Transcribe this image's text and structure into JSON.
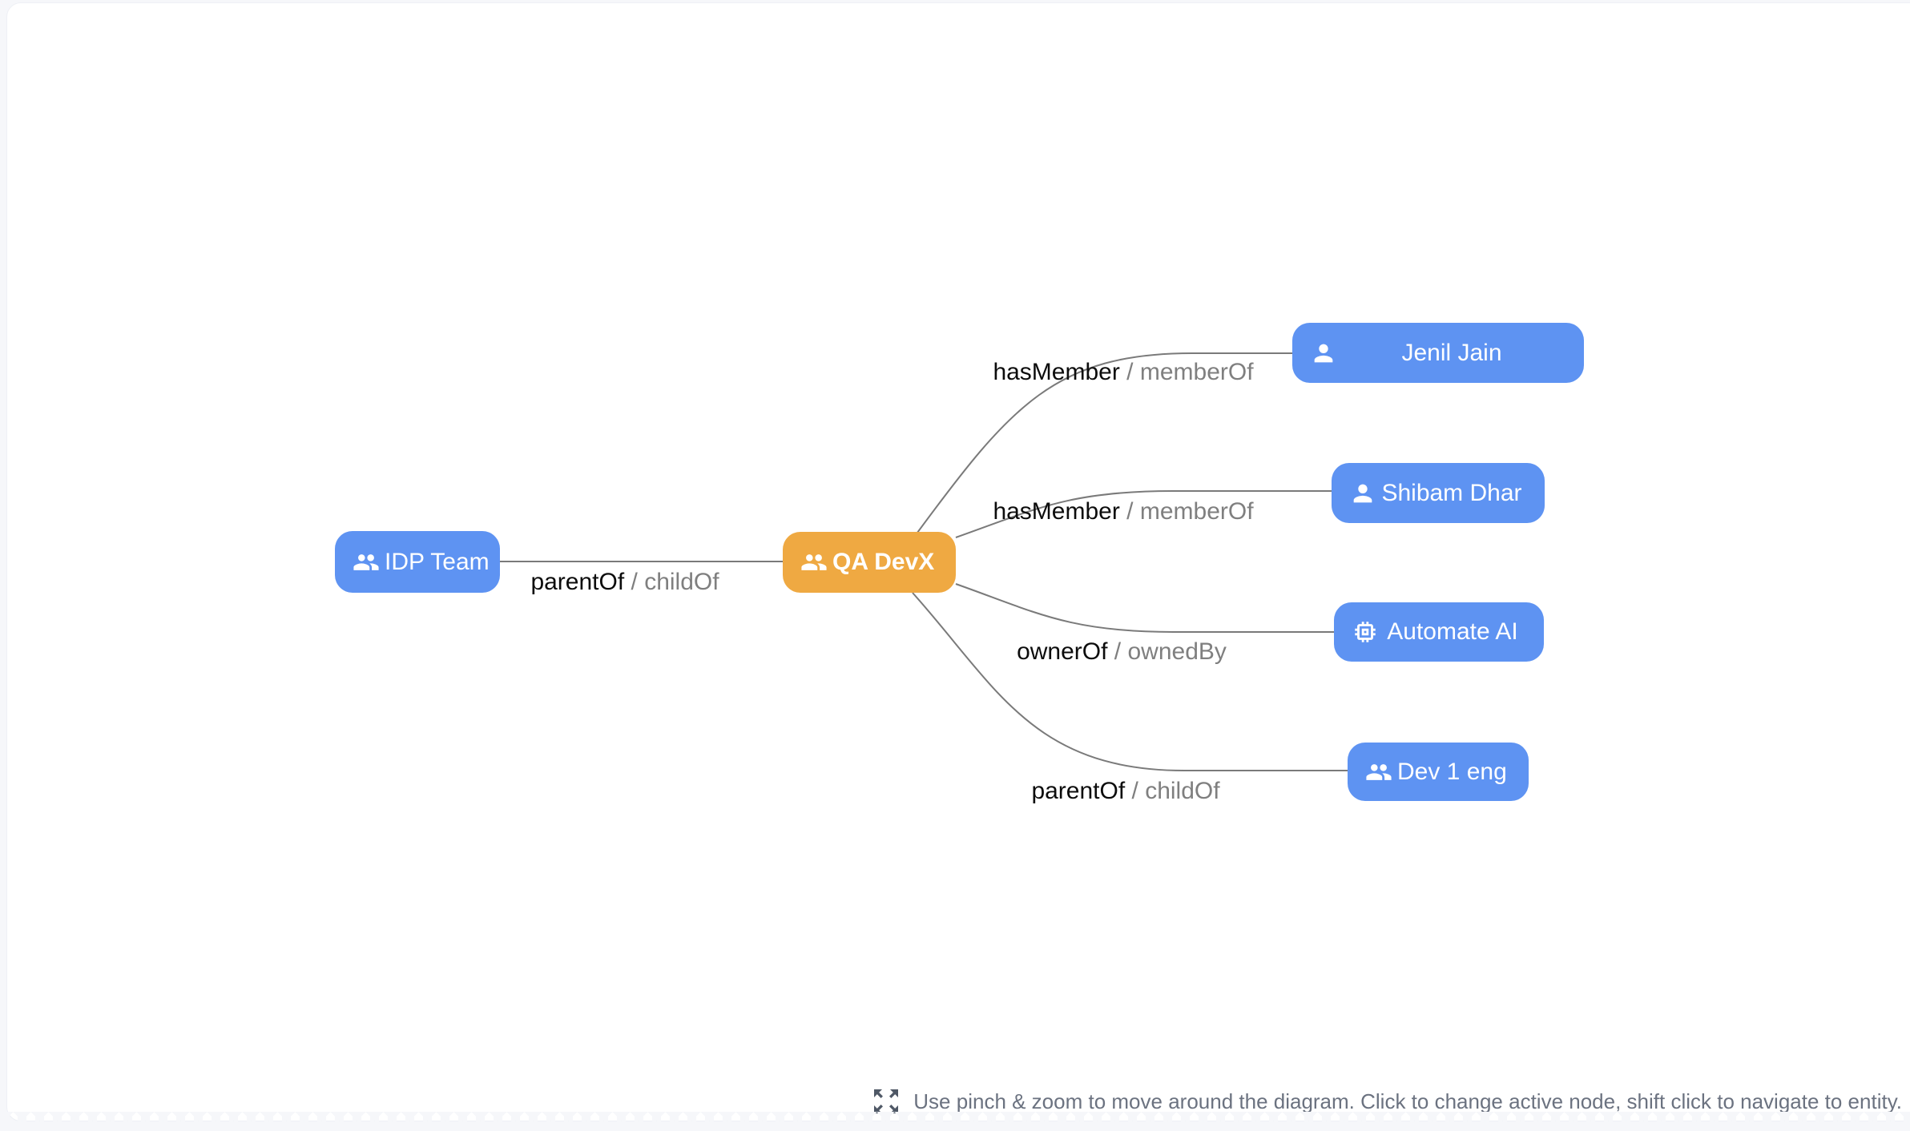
{
  "colors": {
    "background": "#f6f7fa",
    "canvas": "#ffffff",
    "node_default": "#5E93F2",
    "node_active": "#EFA942",
    "node_text": "#ffffff",
    "edge_line": "#7a7a7a",
    "edge_label_forward": "#0c0c0c",
    "edge_label_reverse": "#7f7f7f",
    "hint_text": "#6b7280",
    "hint_icon": "#4f5866"
  },
  "diagram": {
    "nodes": [
      {
        "label": "IDP Team",
        "icon": "group-icon",
        "active": false
      },
      {
        "label": "QA DevX",
        "icon": "group-icon",
        "active": true
      },
      {
        "label": "Jenil Jain",
        "icon": "person-icon",
        "active": false
      },
      {
        "label": "Shibam Dhar",
        "icon": "person-icon",
        "active": false
      },
      {
        "label": "Automate AI",
        "icon": "chip-icon",
        "active": false
      },
      {
        "label": "Dev 1 eng",
        "icon": "group-icon",
        "active": false
      }
    ],
    "edges": [
      {
        "from": "IDP Team",
        "to": "QA DevX",
        "forward": "parentOf",
        "separator": " / ",
        "reverse": "childOf"
      },
      {
        "from": "QA DevX",
        "to": "Jenil Jain",
        "forward": "hasMember",
        "separator": " / ",
        "reverse": "memberOf"
      },
      {
        "from": "QA DevX",
        "to": "Shibam Dhar",
        "forward": "hasMember",
        "separator": " / ",
        "reverse": "memberOf"
      },
      {
        "from": "QA DevX",
        "to": "Automate AI",
        "forward": "ownerOf",
        "separator": " / ",
        "reverse": "ownedBy"
      },
      {
        "from": "QA DevX",
        "to": "Dev 1 eng",
        "forward": "parentOf",
        "separator": " / ",
        "reverse": "childOf"
      }
    ]
  },
  "hint": {
    "icon": "expand-arrows-icon",
    "text": "Use pinch & zoom to move around the diagram. Click to change active node, shift click to navigate to entity."
  }
}
